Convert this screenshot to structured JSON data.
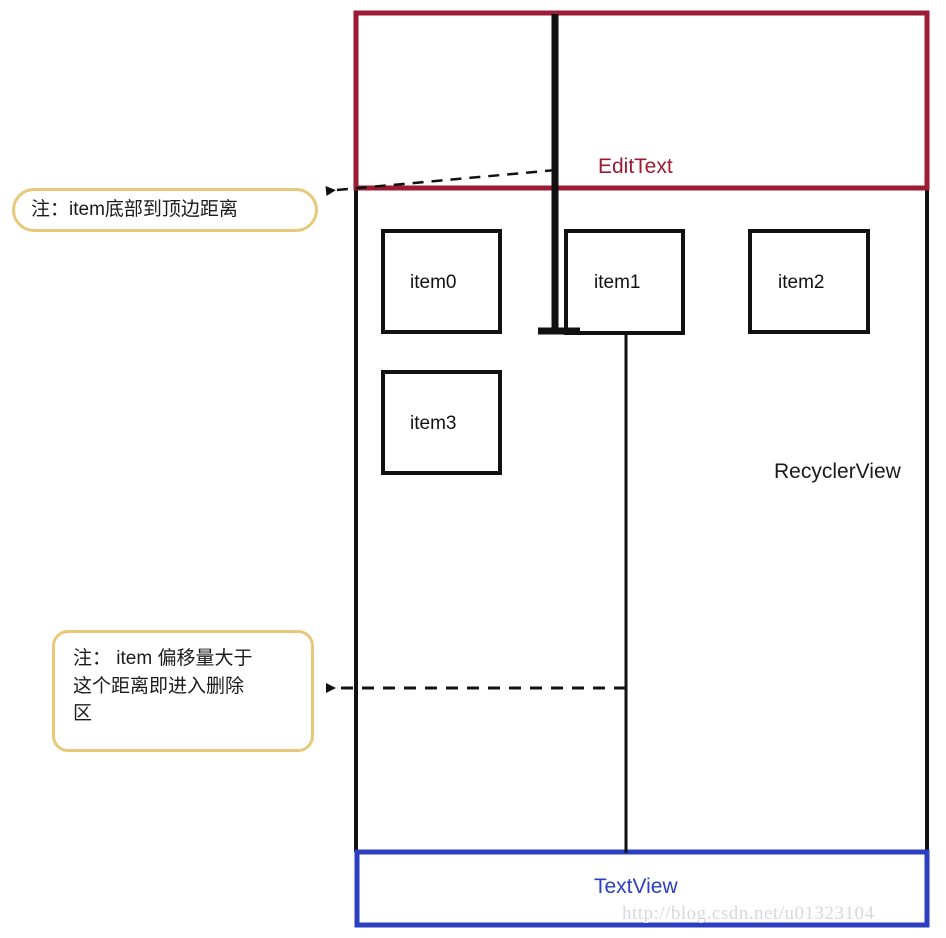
{
  "diagram": {
    "title": "RecyclerView item drag-to-delete layout diagram",
    "containers": {
      "edittext": {
        "label": "EditText",
        "color": "#9e1b34"
      },
      "recyclerview": {
        "label": "RecyclerView",
        "color": "#1a1a1a"
      },
      "textview": {
        "label": "TextView",
        "color": "#2b3fc0"
      }
    },
    "items": [
      {
        "label": "item0"
      },
      {
        "label": "item1"
      },
      {
        "label": "item2"
      },
      {
        "label": "item3"
      }
    ],
    "annotations": [
      {
        "id": "top-note",
        "text": "注：item底部到顶边距离",
        "border_color": "#e8c87a"
      },
      {
        "id": "bottom-note",
        "line1": "注： item 偏移量大于",
        "line2": "这个距离即进入删除",
        "line3": "区",
        "border_color": "#e8c87a"
      }
    ],
    "watermark": "http://blog.csdn.net/u01323104"
  }
}
